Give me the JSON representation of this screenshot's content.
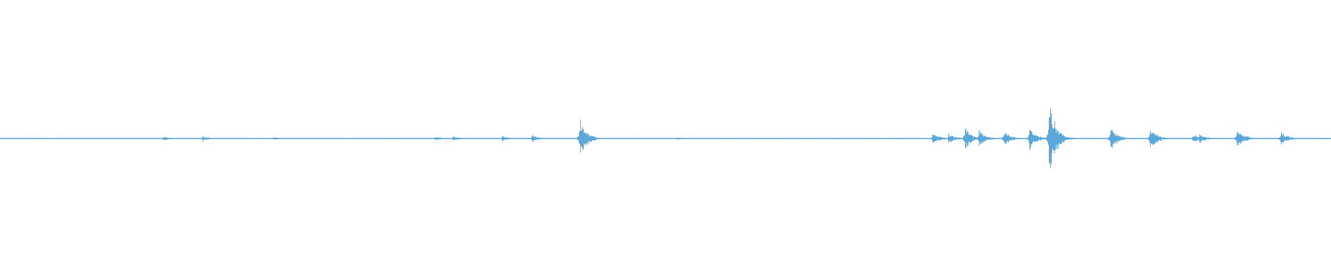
{
  "waveform": {
    "color": "#5aa7dc",
    "peak_amplitude_max": 1.0,
    "baseline_noise_amplitude": 0.01,
    "events": [
      {
        "pos": 0.122,
        "amp": 0.07
      },
      {
        "pos": 0.152,
        "amp": 0.07
      },
      {
        "pos": 0.205,
        "amp": 0.05
      },
      {
        "pos": 0.327,
        "amp": 0.05
      },
      {
        "pos": 0.34,
        "amp": 0.07
      },
      {
        "pos": 0.377,
        "amp": 0.07
      },
      {
        "pos": 0.399,
        "amp": 0.1
      },
      {
        "pos": 0.4355,
        "amp": 0.55
      },
      {
        "pos": 0.508,
        "amp": 0.04
      },
      {
        "pos": 0.7005,
        "amp": 0.15
      },
      {
        "pos": 0.7125,
        "amp": 0.12
      },
      {
        "pos": 0.7245,
        "amp": 0.3
      },
      {
        "pos": 0.735,
        "amp": 0.25
      },
      {
        "pos": 0.754,
        "amp": 0.22
      },
      {
        "pos": 0.773,
        "amp": 0.3
      },
      {
        "pos": 0.788,
        "amp": 1.0
      },
      {
        "pos": 0.834,
        "amp": 0.35
      },
      {
        "pos": 0.864,
        "amp": 0.3
      },
      {
        "pos": 0.896,
        "amp": 0.12
      },
      {
        "pos": 0.901,
        "amp": 0.12
      },
      {
        "pos": 0.929,
        "amp": 0.28
      },
      {
        "pos": 0.962,
        "amp": 0.2
      }
    ]
  }
}
